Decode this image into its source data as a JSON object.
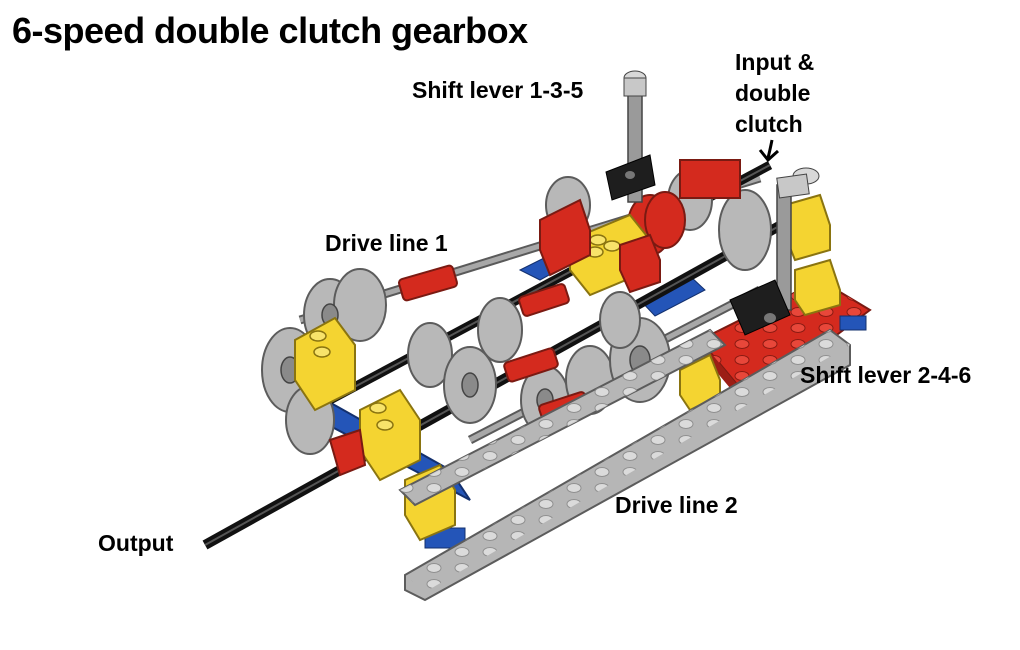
{
  "title": "6-speed double clutch gearbox",
  "labels": {
    "shift_lever_135": "Shift lever 1-3-5",
    "input_line1": "Input &",
    "input_line2": "double",
    "input_line3": "clutch",
    "drive_line_1": "Drive line 1",
    "shift_lever_246": "Shift lever 2-4-6",
    "drive_line_2": "Drive line 2",
    "output": "Output"
  },
  "colors": {
    "black_axle": "#1a1a1a",
    "grey_axle": "#8a8a8a",
    "gear_grey": "#b8b8b8",
    "beam_grey": "#b6b6b6",
    "brick_red": "#d42a1e",
    "brick_yellow": "#f4d431",
    "plate_blue": "#2455b8",
    "lever_black": "#1e1e1e"
  },
  "icons": [
    "arrow-down-icon"
  ]
}
